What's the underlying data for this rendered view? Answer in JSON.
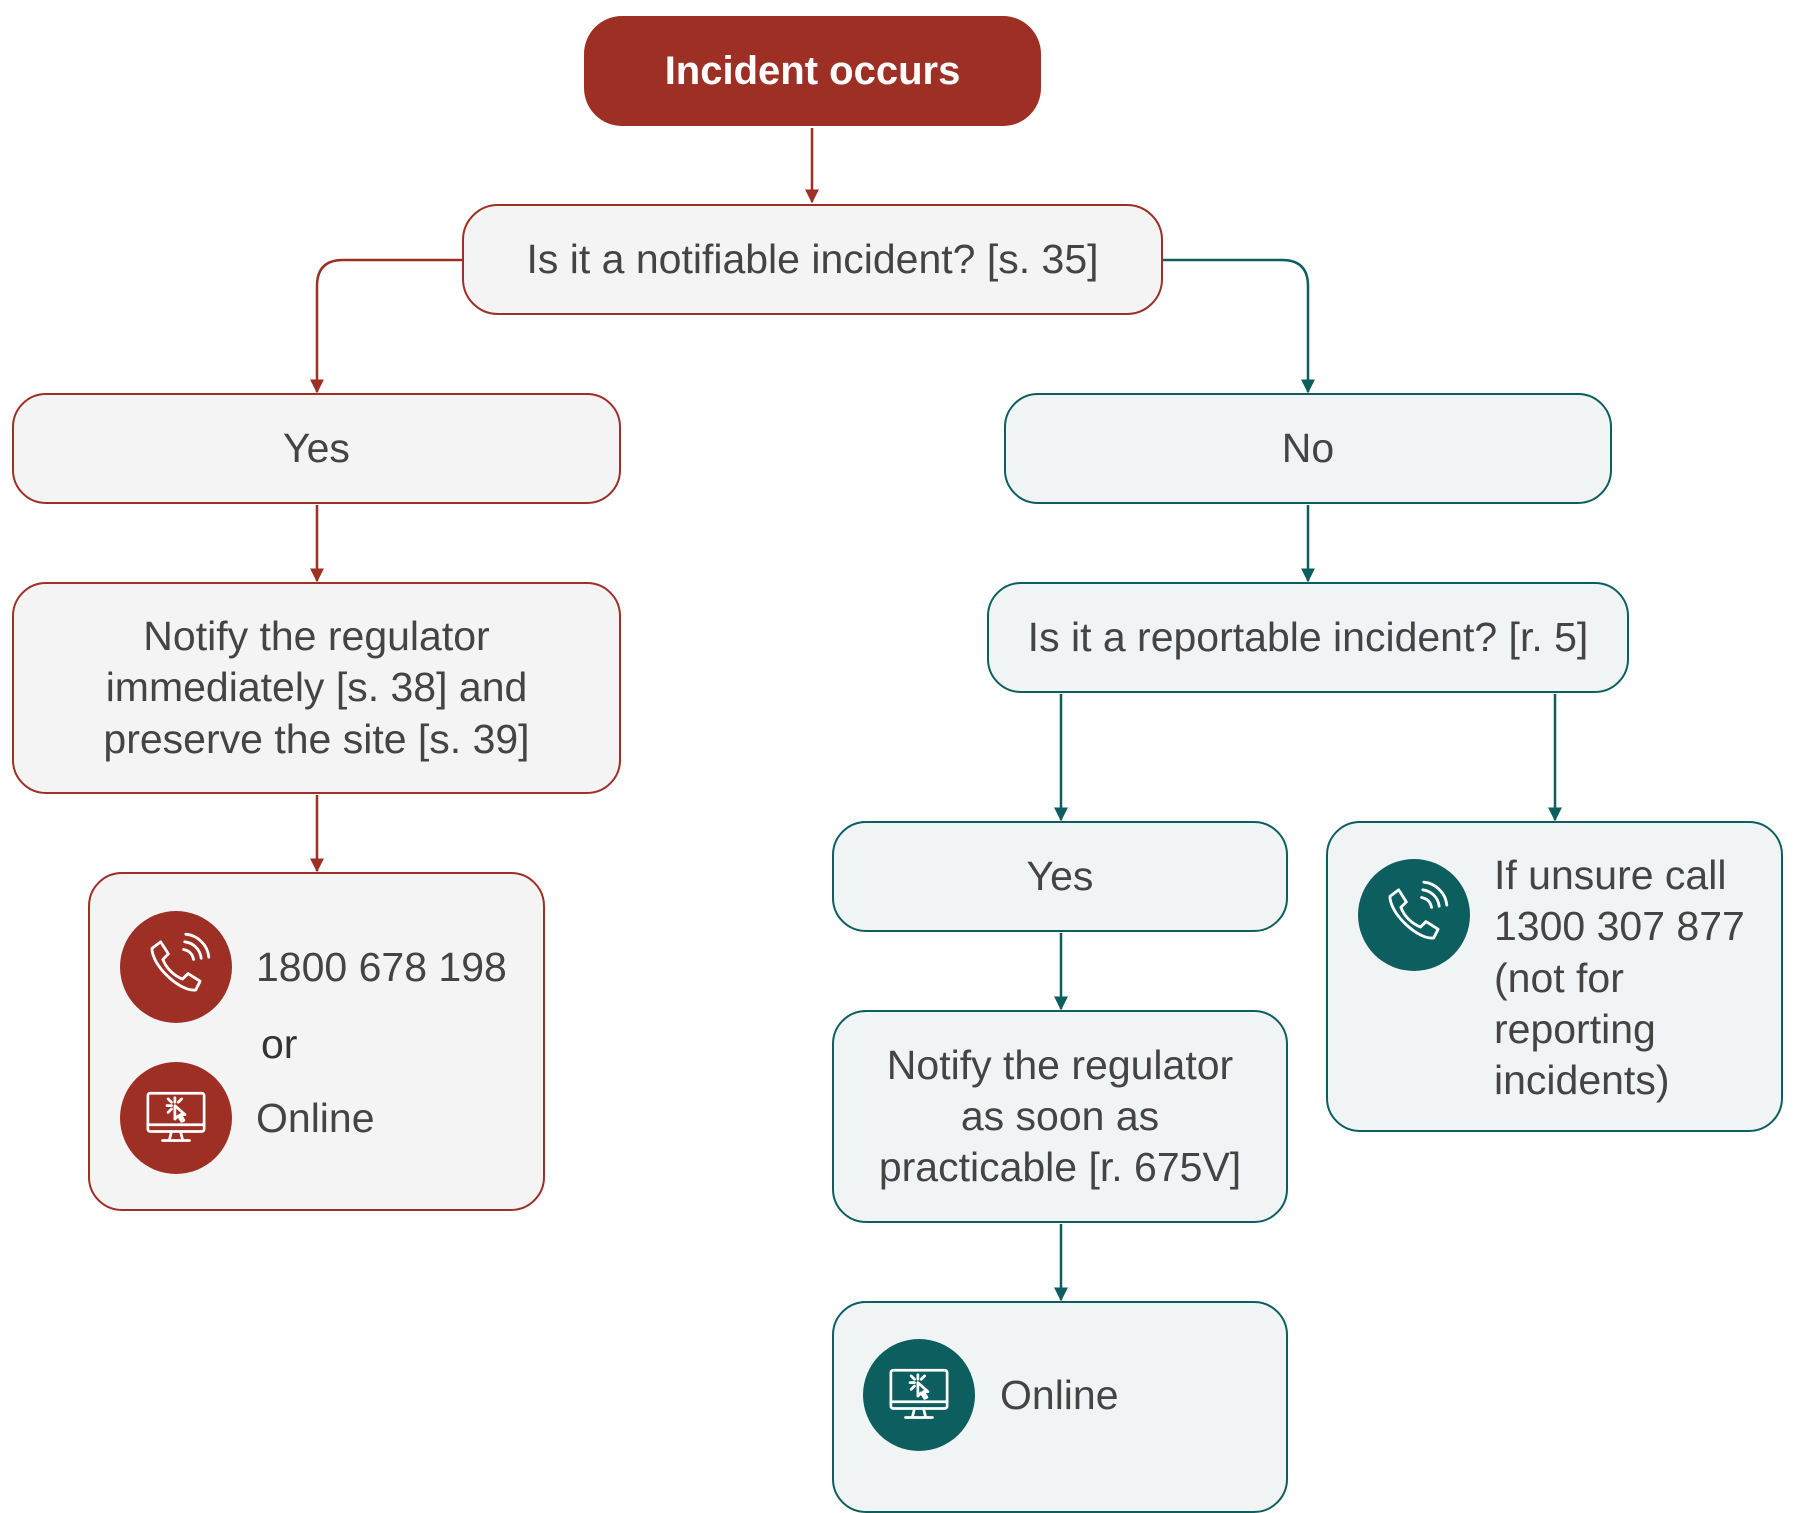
{
  "nodes": {
    "start": "Incident occurs",
    "notifiable_question": "Is it a notifiable incident? [s. 35]",
    "left_yes": "Yes",
    "right_no": "No",
    "left_notify": "Notify the regulator immediately [s. 38] and preserve the site [s. 39]",
    "reportable_question": "Is it a reportable incident? [r. 5]",
    "right_yes": "Yes",
    "right_notify": "Notify the regulator as soon as practicable [r. 675V]"
  },
  "left_contact": {
    "phone": "1800 678 198",
    "or": "or",
    "online": "Online"
  },
  "unsure": {
    "text": "If unsure call 1300 307 877 (not for reporting incidents)"
  },
  "right_contact": {
    "online": "Online"
  },
  "icons": {
    "phone": "phone-icon",
    "online": "computer-click-icon"
  },
  "colors": {
    "red": "#9d2f25",
    "teal": "#0c5e5f",
    "box_fill": "#f4f4f4"
  }
}
